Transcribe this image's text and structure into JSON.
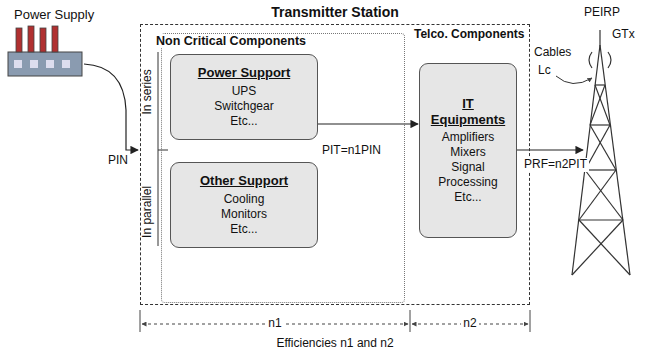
{
  "diagram": {
    "nodes": [
      {
        "text": [
          "Transmitter Station"
        ]
      },
      {
        "text": [
          "Non Critical Components"
        ],
        "in": 0
      },
      {
        "text": [
          "Power Support",
          "UPS",
          "Switchgear",
          "Etc..."
        ],
        "in": 1
      },
      {
        "text": [
          "Other Support",
          "Cooling",
          "Monitors",
          "Etc..."
        ],
        "in": 1
      },
      {
        "text": [
          "IT Equipments",
          "Amplifiers",
          "Mixers",
          "Signal Processing",
          "Etc..."
        ],
        "in": 0
      }
    ],
    "edges": [
      {
        "from": 2,
        "to": 4,
        "arrow": "to"
      }
    ],
    "labels": [
      "Power Supply",
      "In series",
      "In parallel",
      "PIN",
      "PIT=n1PIN",
      "Telco. Components",
      "PRF=n2PIT",
      "PEIRP",
      "GTx",
      "Cables",
      "Lc",
      "n1",
      "n2",
      "Efficiencies n1 and n2"
    ]
  }
}
